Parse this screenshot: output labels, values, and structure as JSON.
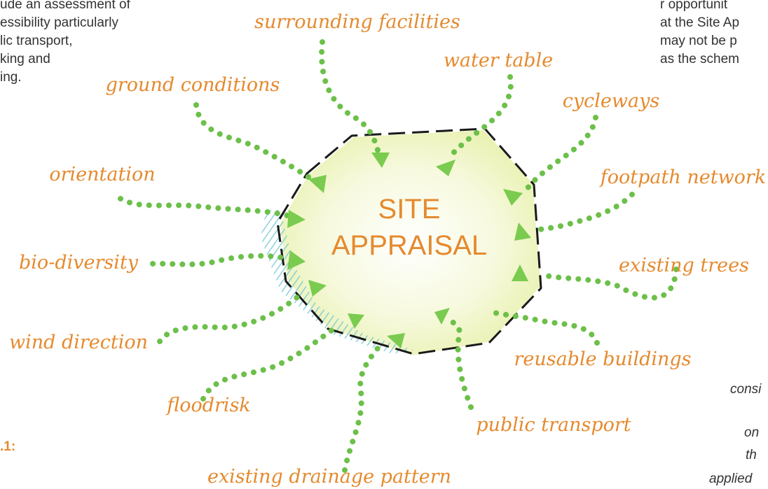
{
  "left_text": {
    "line1": "ude an assessment of",
    "line2": "essibility particularly",
    "line3": "lic transport,",
    "line4": "king and",
    "line5": "ing."
  },
  "right_text": {
    "line1": "r opportunit",
    "line2": "at the Site Ap",
    "line3": "may not be p",
    "line4": "as the schem"
  },
  "figure_number": ".1:",
  "right_caption": {
    "line1": "consi",
    "line2": "on",
    "line3": "th",
    "line4": "applied"
  },
  "diagram": {
    "title_line1": "SITE",
    "title_line2": "APPRAISAL",
    "labels": {
      "surrounding_facilities": "surrounding facilities",
      "water_table": "water table",
      "ground_conditions": "ground conditions",
      "cycleways": "cycleways",
      "orientation": "orientation",
      "footpath_network": "footpath network",
      "bio_diversity": "bio-diversity",
      "existing_trees": "existing trees",
      "wind_direction": "wind direction",
      "reusable_buildings": "reusable buildings",
      "floodrisk": "floodrisk",
      "public_transport": "public transport",
      "existing_drainage_pattern": "existing drainage pattern"
    },
    "colors": {
      "label": "#e58a2e",
      "dotted_line": "#6cc04a",
      "arrow": "#7acb4f",
      "outline": "#1a1a1a",
      "fill": "#f1f5c8",
      "hatch": "#6fc6d6"
    }
  }
}
